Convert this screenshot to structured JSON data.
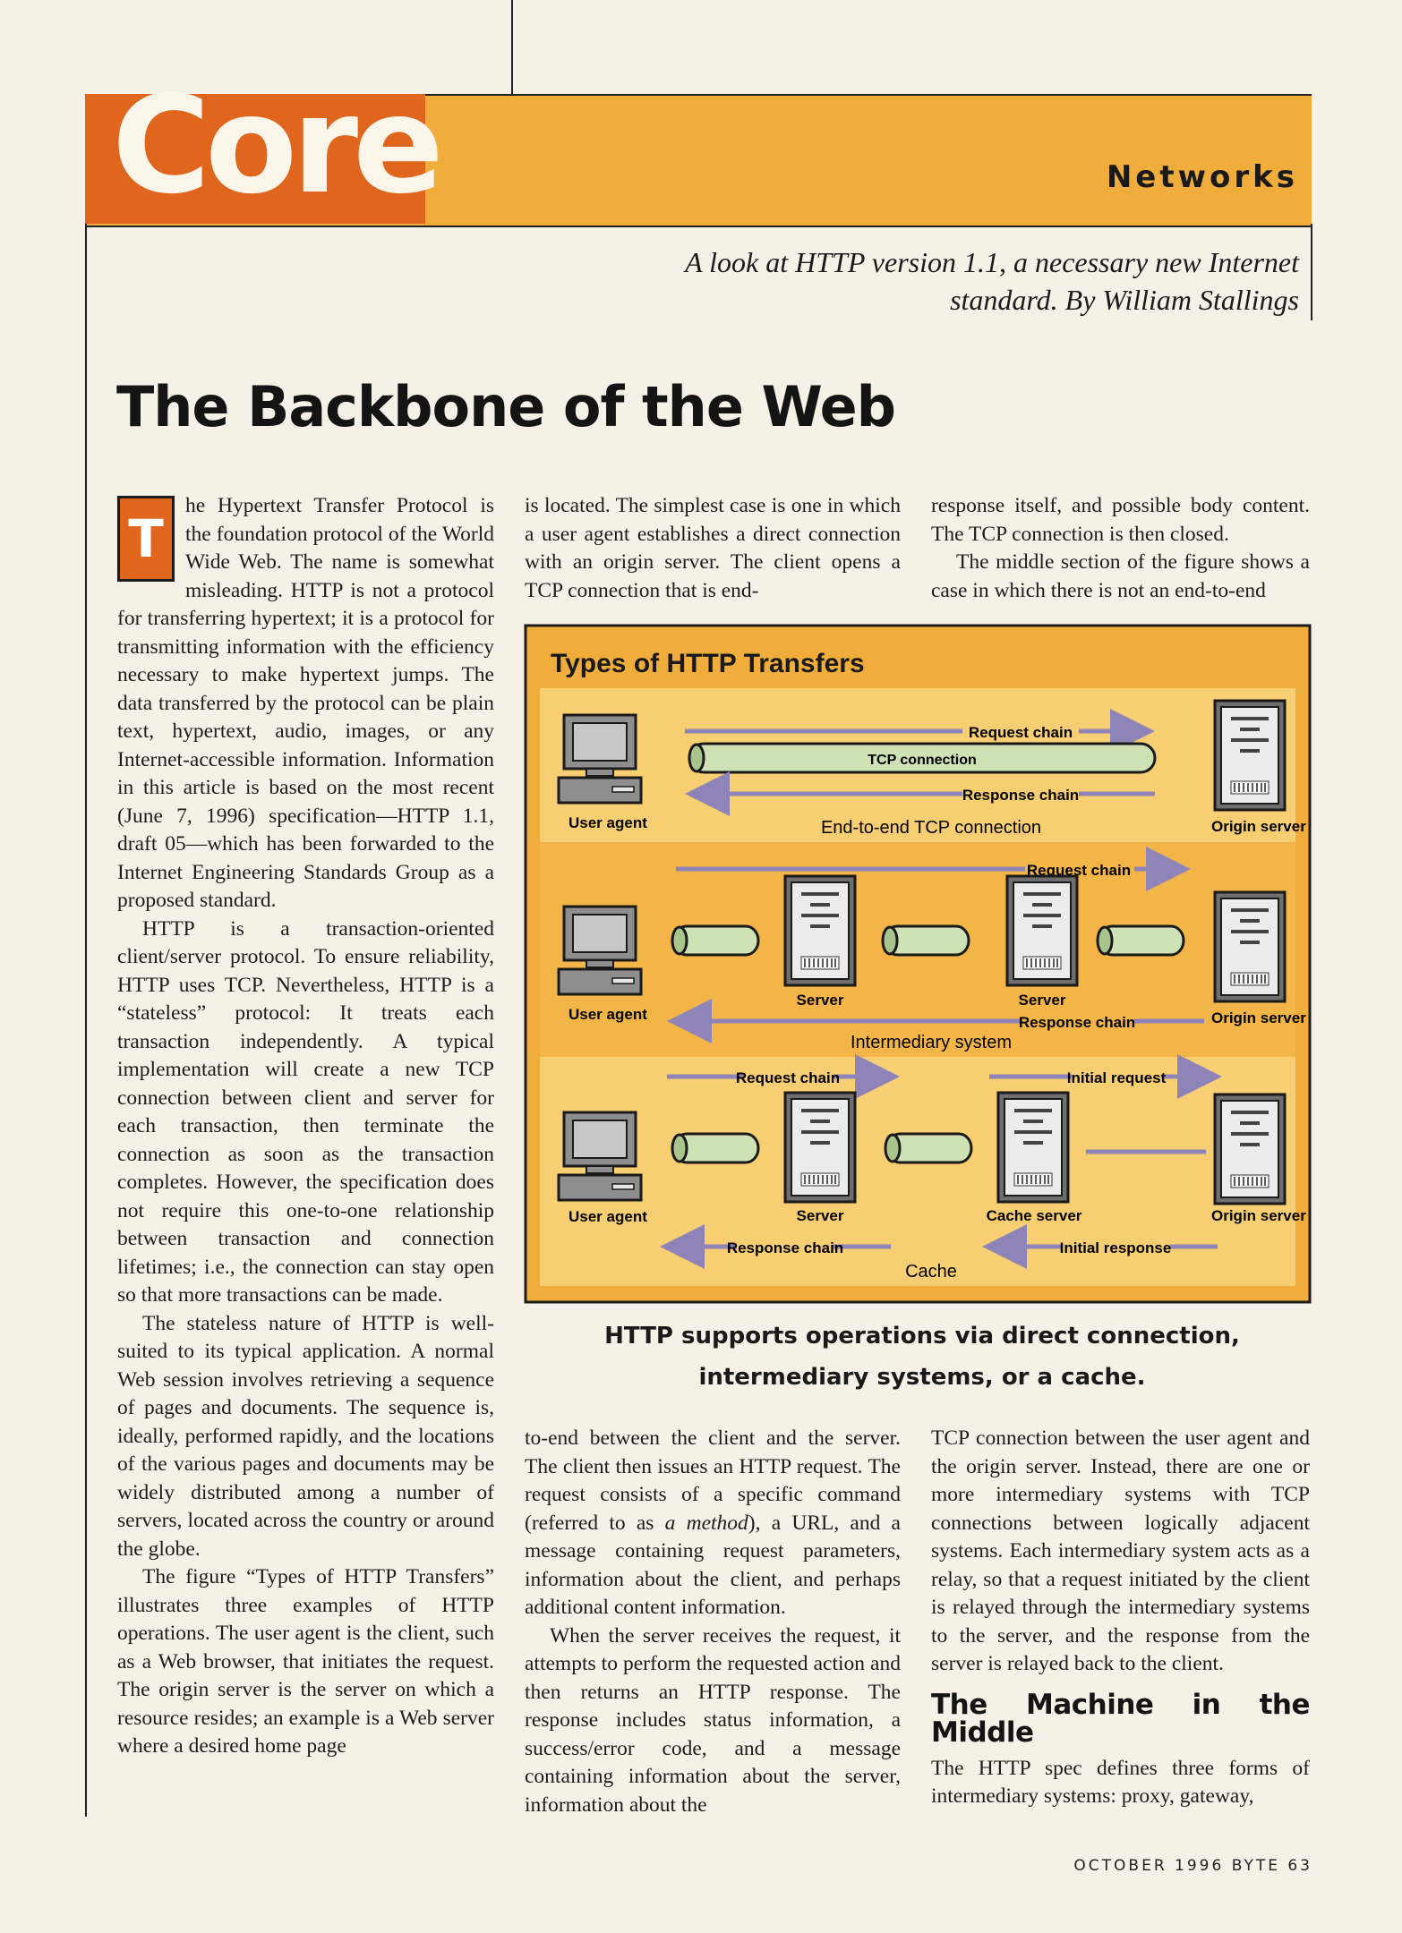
{
  "masthead": {
    "column_name": "Core",
    "section": "Networks"
  },
  "article": {
    "deck": "A look at HTTP version 1.1, a necessary new Internet standard. By William Stallings",
    "headline": "The Backbone of the Web",
    "dropcap": "T",
    "col1_p1_rest": "he Hypertext Transfer Protocol is the foundation protocol of the World Wide Web. The name is somewhat misleading. HTTP is not a protocol for transferring hypertext; it is a protocol for transmitting information with the efficiency necessary to make hypertext jumps. The data transferred by the protocol can be plain text, hypertext, audio, images, or any Internet-accessible information. Information in this article is based on the most recent (June 7, 1996) specification—HTTP 1.1, draft 05—which has been forwarded to the Internet Engineering Standards Group as a proposed standard.",
    "col1_p2": "HTTP is a transaction-oriented client/server protocol. To ensure reliability, HTTP uses TCP. Nevertheless, HTTP is a “stateless” protocol: It treats each transaction independently. A typical implementation will create a new TCP connection between client and server for each transaction, then terminate the connection as soon as the transaction completes. However, the specification does not require this one-to-one relationship between transaction and connection lifetimes; i.e., the connection can stay open so that more transactions can be made.",
    "col1_p3": "The stateless nature of HTTP is well-suited to its typical application. A normal Web session involves retrieving a sequence of pages and documents. The sequence is, ideally, performed rapidly, and the locations of the various pages and documents may be widely distributed among a number of servers, located across the country or around the globe.",
    "col1_p4": "The figure “Types of HTTP Transfers” illustrates three examples of HTTP operations. The user agent is the client, such as a Web browser, that initiates the request. The origin server is the server on which a resource resides; an example is a Web server where a desired home page",
    "col2_top": "is located. The simplest case is one in which a user agent establishes a direct connection with an origin server. The client opens a TCP connection that is end-",
    "col3_top_p1": "response itself, and possible body content. The TCP connection is then closed.",
    "col3_top_p2": "The middle section of the figure shows a case in which there is not an end-to-end",
    "col2_bottom_p1_a": "to-end between the client and the server. The client then issues an HTTP request. The request consists of a specific command (referred to as ",
    "col2_bottom_p1_em": "a method",
    "col2_bottom_p1_b": "), a URL, and a message containing request parameters, information about the client, and perhaps additional content information.",
    "col2_bottom_p2": "When the server receives the request, it attempts to perform the requested action and then returns an HTTP response. The response includes status information, a success/error code, and a message containing information about the server, information about the",
    "col3_bottom_p1": "TCP connection between the user agent and the origin server. Instead, there are one or more intermediary systems with TCP connections between logically adjacent systems. Each intermediary system acts as a relay, so that a request initiated by the client is relayed through the intermediary systems to the server, and the response from the server is relayed back to the client.",
    "subhead": "The Machine in the Middle",
    "col3_bottom_p2": "The HTTP spec defines three forms of intermediary systems: proxy, gateway,"
  },
  "figure": {
    "title": "Types of HTTP Transfers",
    "caption": "HTTP supports operations via direct connection, intermediary systems, or a cache.",
    "labels": {
      "request_chain": "Request chain",
      "response_chain": "Response chain",
      "tcp_connection": "TCP connection",
      "end_to_end": "End-to-end TCP connection",
      "intermediary": "Intermediary system",
      "cache": "Cache",
      "user_agent": "User agent",
      "origin_server": "Origin server",
      "server": "Server",
      "cache_server": "Cache server",
      "initial_request": "Initial request",
      "initial_response": "Initial response"
    },
    "colors": {
      "panel": "#f0ad3c",
      "row_light": "#f8ce73",
      "row_dark": "#f3b547",
      "arrow": "#8f84b8",
      "pipe": "#cfe2b5"
    }
  },
  "footer": "OCTOBER 1996 BYTE 63"
}
